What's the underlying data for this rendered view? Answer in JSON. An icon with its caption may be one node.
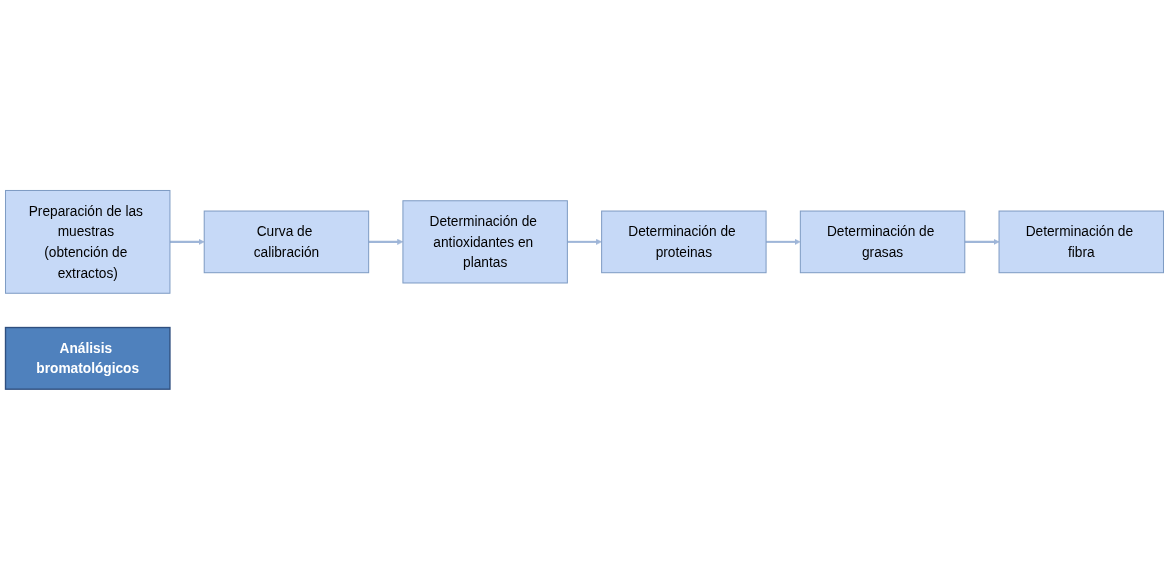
{
  "diagram": {
    "nodes": [
      {
        "text": [
          "Preparación de las muestras (obtención de extractos)"
        ]
      },
      {
        "text": [
          "Curva de calibración"
        ]
      },
      {
        "text": [
          "Determinación de antioxidantes en plantas"
        ]
      },
      {
        "text": [
          "Determinación de proteinas"
        ]
      },
      {
        "text": [
          "Determinación de grasas"
        ]
      },
      {
        "text": [
          "Determinación de fibra"
        ]
      },
      {
        "text": [
          "Análisis bromatológicos"
        ]
      }
    ],
    "edges": [
      {
        "from": 0,
        "to": 1,
        "arrow": "to"
      },
      {
        "from": 1,
        "to": 2,
        "arrow": "to"
      },
      {
        "from": 2,
        "to": 3,
        "arrow": "to"
      },
      {
        "from": 3,
        "to": 4,
        "arrow": "to"
      },
      {
        "from": 4,
        "to": 5,
        "arrow": "to"
      }
    ]
  }
}
